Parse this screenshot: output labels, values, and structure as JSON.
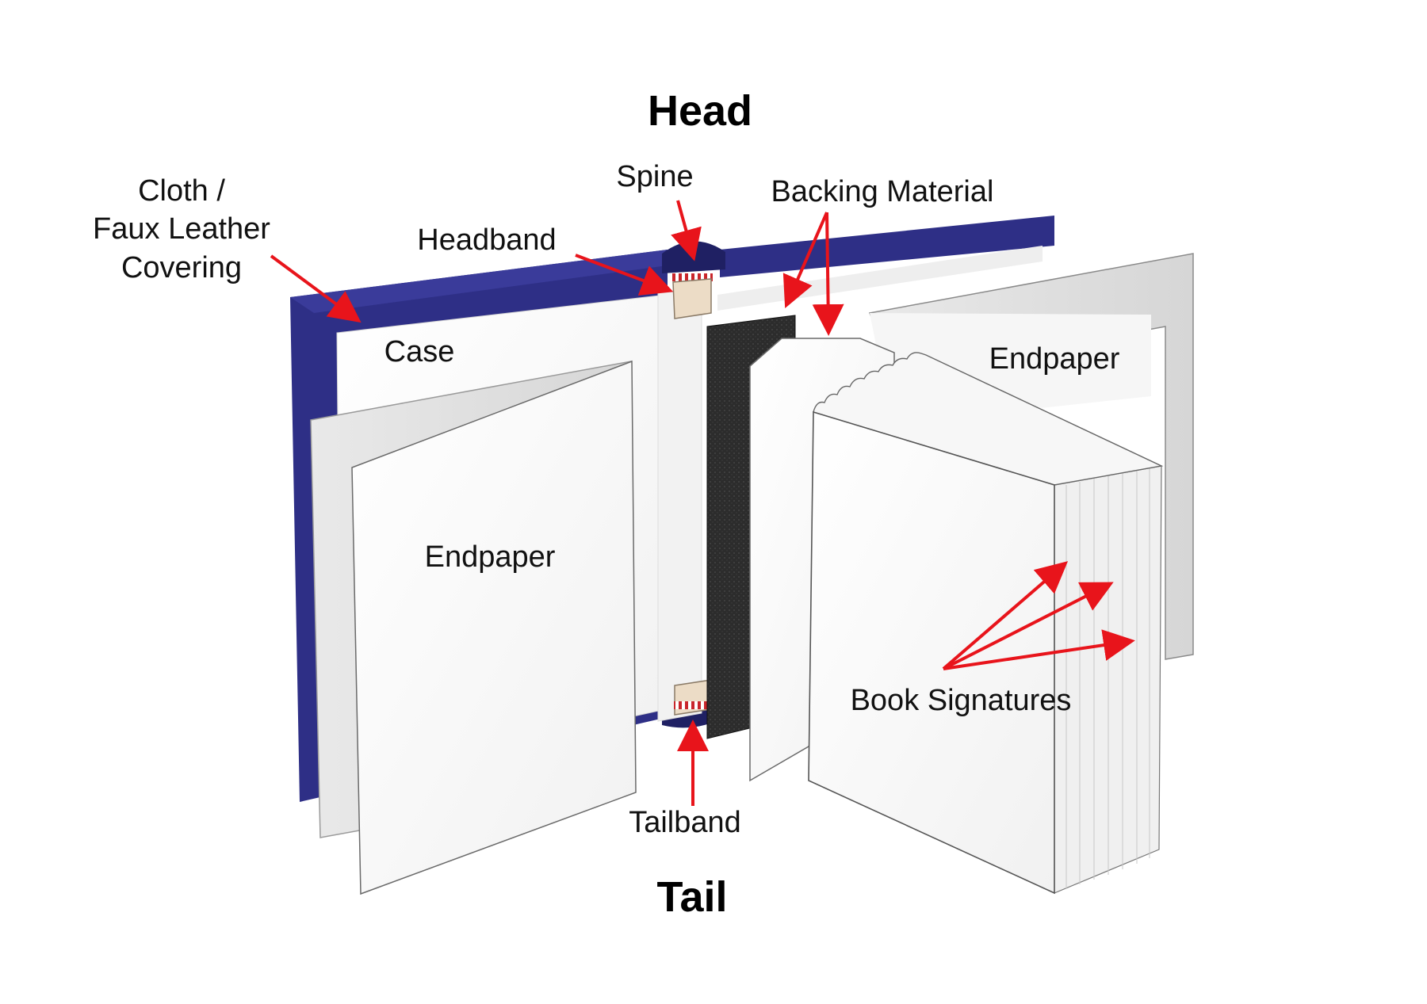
{
  "labels": {
    "head": "Head",
    "tail": "Tail",
    "cloth_line1": "Cloth /",
    "cloth_line2": "Faux Leather",
    "cloth_line3": "Covering",
    "spine": "Spine",
    "backing_material": "Backing Material",
    "headband": "Headband",
    "case": "Case",
    "endpaper_left": "Endpaper",
    "endpaper_right": "Endpaper",
    "book_signatures": "Book Signatures",
    "tailband": "Tailband"
  },
  "colors": {
    "cover": "#2e2f86",
    "cover_dark": "#1f2063",
    "arrow": "#e8141b",
    "backing": "#2b2b2b",
    "headband_cloth": "#ecdcc6"
  }
}
